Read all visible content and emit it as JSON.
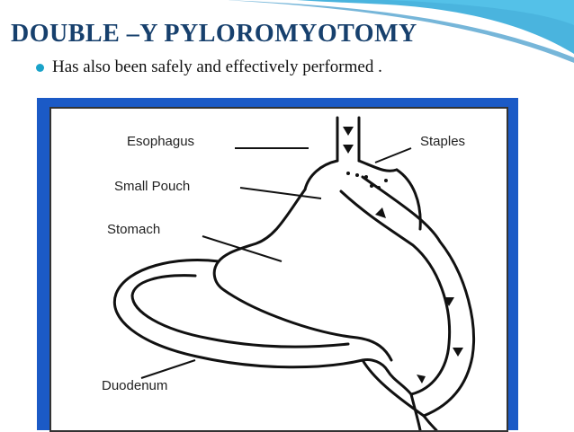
{
  "slide": {
    "title": "DOUBLE –Y PYLOROMYOTOMY",
    "bullet": "Has also been safely and effectively performed ."
  },
  "figure": {
    "labels": {
      "esophagus": "Esophagus",
      "staples": "Staples",
      "small_pouch": "Small Pouch",
      "stomach": "Stomach",
      "duodenum": "Duodenum"
    }
  },
  "colors": {
    "title": "#17406d",
    "bullet": "#1aa3c9",
    "frame": "#1b5ac6",
    "header_wave": "#2aa7d8"
  }
}
